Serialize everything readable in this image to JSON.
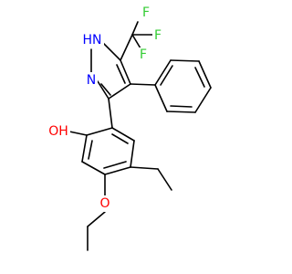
{
  "colors": {
    "background": "#ffffff",
    "bond": "#000000",
    "nitrogen": "#0000ff",
    "oxygen": "#ff0000",
    "fluorine": "#33cc33"
  },
  "molecule": {
    "atoms": {
      "f1": {
        "label": "F",
        "color": "fluorine"
      },
      "f2": {
        "label": "F",
        "color": "fluorine"
      },
      "f3": {
        "label": "F",
        "color": "fluorine"
      },
      "nh": {
        "label": "HN",
        "color": "nitrogen"
      },
      "n": {
        "label": "N",
        "color": "nitrogen"
      },
      "oh": {
        "label": "OH",
        "color": "oxygen"
      },
      "o": {
        "label": "O",
        "color": "oxygen"
      }
    }
  }
}
